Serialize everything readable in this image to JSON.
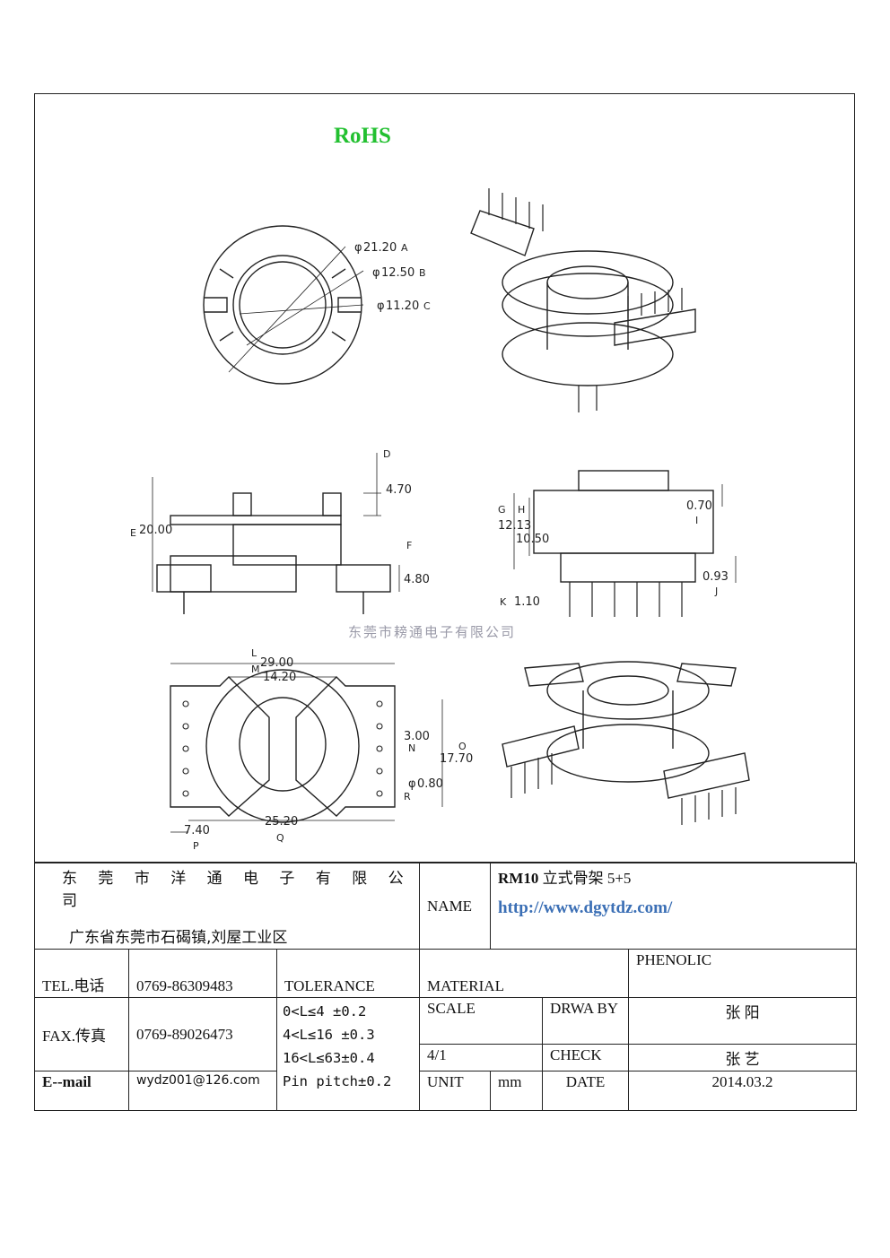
{
  "rohs": "RoHS",
  "watermark": "东莞市耪通电子有限公司",
  "dims": {
    "a": "21.20",
    "a_tag": "A",
    "b": "12.50",
    "b_tag": "B",
    "c": "11.20",
    "c_tag": "C",
    "d": "4.70",
    "d_tag": "D",
    "e": "20.00",
    "e_tag": "E",
    "f": "4.80",
    "f_tag": "F",
    "g": "12.13",
    "g_tag": "G",
    "h": "10.50",
    "h_tag": "H",
    "i": "0.70",
    "i_tag": "I",
    "j": "0.93",
    "j_tag": "J",
    "k": "1.10",
    "k_tag": "K",
    "l": "29.00",
    "l_tag": "L",
    "m": "14.20",
    "m_tag": "M",
    "n": "3.00",
    "n_tag": "N",
    "o": "17.70",
    "o_tag": "O",
    "p": "7.40",
    "p_tag": "P",
    "q": "25.20",
    "q_tag": "Q",
    "r": "0.80",
    "r_tag": "R",
    "phi": "φ"
  },
  "titleblock": {
    "company": "东 莞 市 洋 通 电 子 有 限 公 司",
    "address": "广东省东莞市石碣镇,刘屋工业区",
    "name_label": "NAME",
    "product_prefix": "RM10",
    "product_rest": " 立式骨架  5+5",
    "url": "http://www.dgytdz.com/",
    "tel_label": "TEL.电话",
    "tel": "0769-86309483",
    "tolerance_label": "TOLERANCE",
    "material_label": "MATERIAL",
    "material": "PHENOLIC",
    "fax_label": "FAX.传真",
    "fax": "0769-89026473",
    "tol1": "0<L≤4   ±0.2",
    "tol2": "4<L≤16  ±0.3",
    "tol3": "16<L≤63±0.4",
    "tol4": "Pin pitch±0.2",
    "scale_label": "SCALE",
    "drawn_label": "DRWA BY",
    "drawn_by": "张 阳",
    "scale": "4/1",
    "check_label": "CHECK",
    "checked_by": "张 艺",
    "email_label": "E--mail",
    "email": "wydz001@126.com",
    "unit_label": "UNIT",
    "unit": "mm",
    "date_label": "DATE",
    "date": "2014.03.2"
  }
}
